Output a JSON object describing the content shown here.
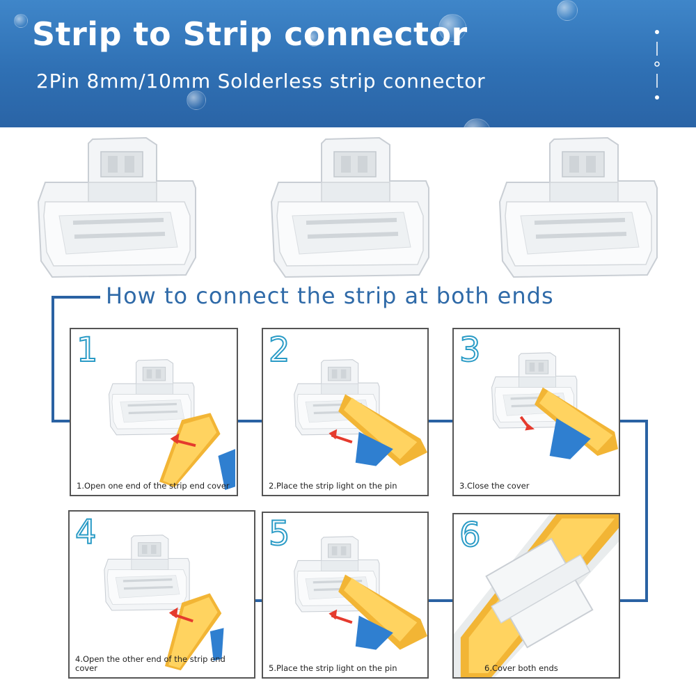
{
  "banner": {
    "title": "Strip to Strip connector",
    "subtitle": "2Pin 8mm/10mm Solderless strip connector",
    "background_color": "#3079be"
  },
  "section_title": "How to connect the strip at both ends",
  "accent_color": "#2a62a3",
  "number_color": "#2a9bc6",
  "steps": [
    {
      "number": "1",
      "caption": "1.Open one end of the strip end cover"
    },
    {
      "number": "2",
      "caption": "2.Place the strip light on the pin"
    },
    {
      "number": "3",
      "caption": "3.Close the cover"
    },
    {
      "number": "4",
      "caption": "4.Open the other end of the strip end cover"
    },
    {
      "number": "5",
      "caption": "5.Place the strip light on the pin"
    },
    {
      "number": "6",
      "caption": "6.Cover both ends"
    }
  ],
  "icons": {
    "connector_photo": "clear-connector-icon",
    "arrow": "red-arrow-icon",
    "led_strip": "yellow-cob-strip-icon"
  }
}
